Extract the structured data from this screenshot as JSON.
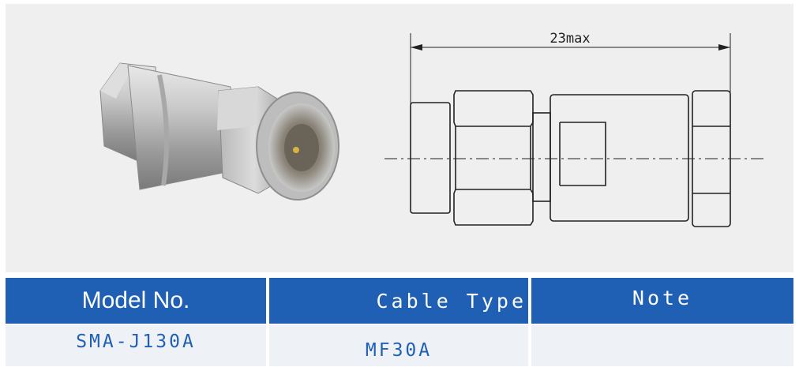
{
  "drawing": {
    "dimension_label": "23max"
  },
  "table": {
    "headers": {
      "model": "Model No.",
      "cable": "Cable Type",
      "note": "Note"
    },
    "row": {
      "model": "SMA-J130A",
      "cable": "MF30A",
      "note": ""
    }
  },
  "colors": {
    "header_bg": "#1f5fb4",
    "header_text": "#ffffff",
    "row_bg": "#eef1f6",
    "row_text": "#1f5fb4"
  }
}
